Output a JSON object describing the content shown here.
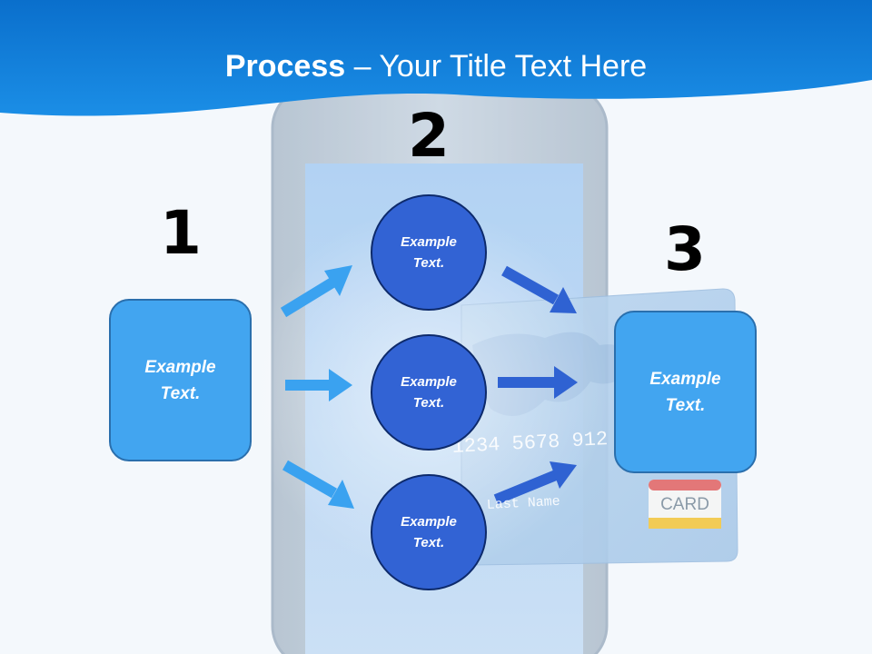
{
  "title": {
    "bold": "Process",
    "rest": " – Your Title Text Here"
  },
  "colors": {
    "header": "#1485e0",
    "box": "#42a5f0",
    "circle": "#3263d4",
    "arrow_light": "#3aa2f0",
    "arrow_dark": "#2f62d2"
  },
  "steps": {
    "one": "1",
    "two": "2",
    "three": "3"
  },
  "left_box": {
    "text": "Example\nText."
  },
  "circles": [
    {
      "text": "Example\nText."
    },
    {
      "text": "Example\nText."
    },
    {
      "text": "Example\nText."
    }
  ],
  "right_box": {
    "text": "Example\nText."
  },
  "card": {
    "number": "1234 5678 912",
    "name": "Last Name",
    "label": "CARD"
  }
}
